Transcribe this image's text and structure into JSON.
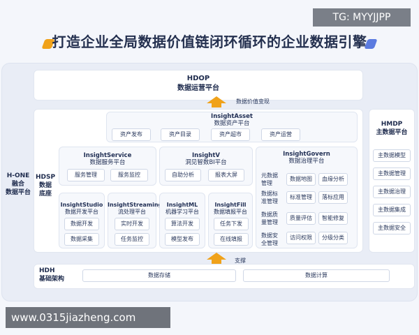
{
  "watermark_tg": "TG: MYYJJPP",
  "watermark_url": "www.0315jiazheng.com",
  "title": "打造企业全局数据价值链闭环循环的企业数据引擎",
  "colors": {
    "accent": "#f0a21a",
    "title_deco_left": "#f0a21a",
    "title_deco_right": "#5b7be0"
  },
  "hdop": {
    "name": "HDOP",
    "sub": "数据运营平台"
  },
  "value_label": "数据价值变现",
  "support_label": "支撑",
  "hone": {
    "line1": "H-ONE",
    "line2": "融合",
    "line3": "数据平台"
  },
  "hdsp": {
    "line1": "HDSP",
    "line2": "数据",
    "line3": "底座"
  },
  "insight_asset": {
    "name": "InsightAsset",
    "sub": "数据资产平台",
    "items": [
      "资产发布",
      "资产目录",
      "资产超市",
      "资产运营"
    ]
  },
  "insight_service": {
    "name": "InsightService",
    "sub": "数据服务平台",
    "items": [
      "服务管理",
      "服务监控"
    ]
  },
  "insight_v": {
    "name": "InsightV",
    "sub": "洞见智数BI平台",
    "items": [
      "自助分析",
      "报表大屏"
    ]
  },
  "insight_govern": {
    "name": "InsightGovern",
    "sub": "数据治理平台",
    "rows": [
      {
        "label": [
          "元数据",
          "管理"
        ],
        "items": [
          "数据地图",
          "血缘分析"
        ]
      },
      {
        "label": [
          "数据标",
          "准管理"
        ],
        "items": [
          "标准管理",
          "落标应用"
        ]
      },
      {
        "label": [
          "数据质",
          "量管理"
        ],
        "items": [
          "质量评估",
          "智能修复"
        ]
      },
      {
        "label": [
          "数据安",
          "全管理"
        ],
        "items": [
          "访问权限",
          "分级分类"
        ]
      }
    ]
  },
  "insight_studio": {
    "name": "InsightStudio",
    "sub": "数据开发平台",
    "items": [
      "数据开发",
      "数据采集"
    ]
  },
  "insight_streaming": {
    "name": "InsightStreaming",
    "sub": "流处理平台",
    "items": [
      "实时开发",
      "任务监控"
    ]
  },
  "insight_ml": {
    "name": "InsightML",
    "sub": "机器学习平台",
    "items": [
      "算法开发",
      "模型发布"
    ]
  },
  "insight_fill": {
    "name": "InsightFill",
    "sub": "数据填报平台",
    "items": [
      "任务下发",
      "在线填报"
    ]
  },
  "hmdp": {
    "name": "HMDP",
    "sub": "主数据平台",
    "items": [
      "主数据模型",
      "主数据管理",
      "主数据治理",
      "主数据集成",
      "主数据安全"
    ]
  },
  "hdh": {
    "name": "HDH",
    "sub": "基础架构",
    "items": [
      "数据存储",
      "数据计算"
    ]
  }
}
